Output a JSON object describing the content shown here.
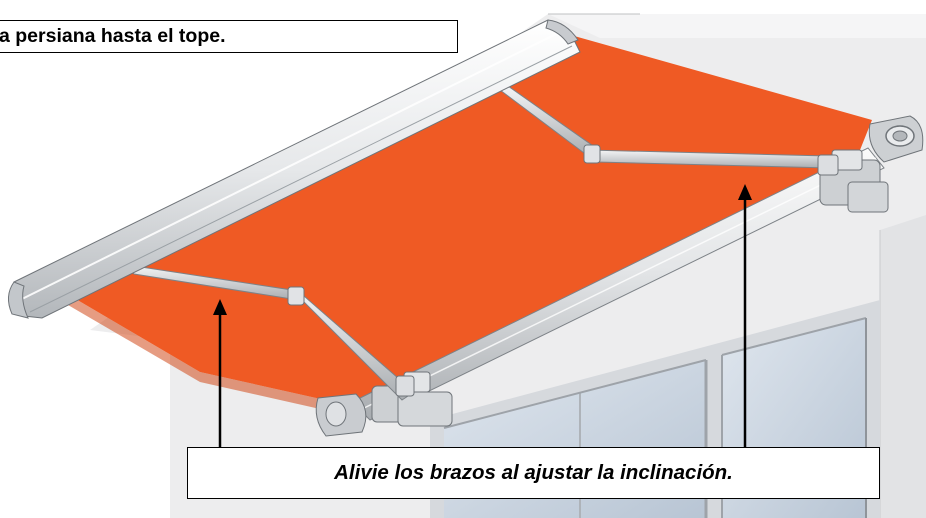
{
  "callouts": {
    "top_text": "a persiana hasta el tope.",
    "bottom_text": "Alivie los brazos al ajustar la inclinación."
  },
  "colors": {
    "fabric": "#ef5a24",
    "aluminum": "#d9dcde",
    "wall": "#ececed",
    "glass": "#c9d5e3",
    "outline": "#000000"
  },
  "illustration": {
    "subject": "retractable-awning-with-folding-arms"
  }
}
